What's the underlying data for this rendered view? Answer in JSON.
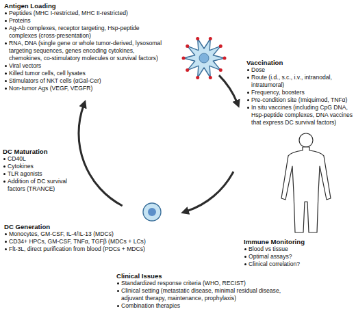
{
  "diagram": {
    "labels": [
      "Antigen Loading",
      "Peptides (MHC I-restricted, MHC II-restricted)",
      "Proteins",
      "Ag-Ab complexes, receptor targeting, Hsp-peptide complexes (cross-presentation)",
      "RNA, DNA (single gene or whole tumor-derived, lysosomal targeting sequences, genes encoding cytokines, chemokines, co-stimulatory molecules or survival factors)",
      "Viral vectors",
      "Killed tumor cells, cell lysates",
      "Stimulators of NKT cells (αGal-Cer)",
      "Non-tumor Ags (VEGF, VEGFR)",
      "Vaccination",
      "Dose",
      "Route (i.d., s.c., i.v., intranodal, intratumoral)",
      "Frequency, boosters",
      "Pre-condition site (Imiquimod, TNFα)",
      "In situ vaccines (including CpG DNA, Hsp-peptide complexes, DNA vaccines that express DC survival factors)",
      "DC Maturation",
      "CD40L",
      "Cytokines",
      "TLR agonists",
      "Addition of DC survival factors (TRANCE)",
      "DC Generation",
      "Monocytes, GM-CSF, IL-4/IL-13 (MDCs)",
      "CD34+ HPCs, GM-CSF, TNFα, TGFβ (MDCs + LCs)",
      "Flt-3L, direct purification from blood (PDCs + MDCs)",
      "Immune Monitoring",
      "Blood vs tissue",
      "Optimal assays?",
      "Clinical correlation?",
      "Clinical Issues",
      "Standardized response criteria (WHO, RECIST)",
      "Clinical setting (metastatic disease, minimal residual disease, adjuvant therapy, maintenance, prophylaxis)",
      "Combination therapies"
    ]
  }
}
